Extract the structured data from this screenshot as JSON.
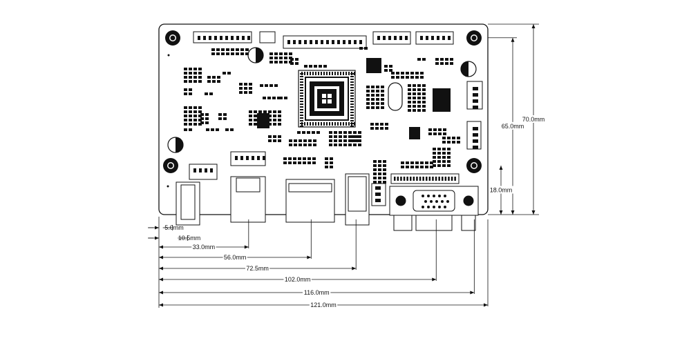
{
  "dimensions": {
    "horizontal": [
      {
        "label": "5.0mm",
        "value_mm": 5.0
      },
      {
        "label": "10.5mm",
        "value_mm": 10.5
      },
      {
        "label": "33.0mm",
        "value_mm": 33.0
      },
      {
        "label": "56.0mm",
        "value_mm": 56.0
      },
      {
        "label": "72.5mm",
        "value_mm": 72.5
      },
      {
        "label": "102.0mm",
        "value_mm": 102.0
      },
      {
        "label": "116.0mm",
        "value_mm": 116.0
      },
      {
        "label": "121.0mm",
        "value_mm": 121.0
      }
    ],
    "vertical": [
      {
        "label": "70.0mm",
        "value_mm": 70.0
      },
      {
        "label": "65.0mm",
        "value_mm": 65.0
      },
      {
        "label": "18.0mm",
        "value_mm": 18.0
      }
    ]
  },
  "colors": {
    "line": "#111111",
    "board_fill": "#ffffff",
    "component": "#1a1a1a"
  }
}
